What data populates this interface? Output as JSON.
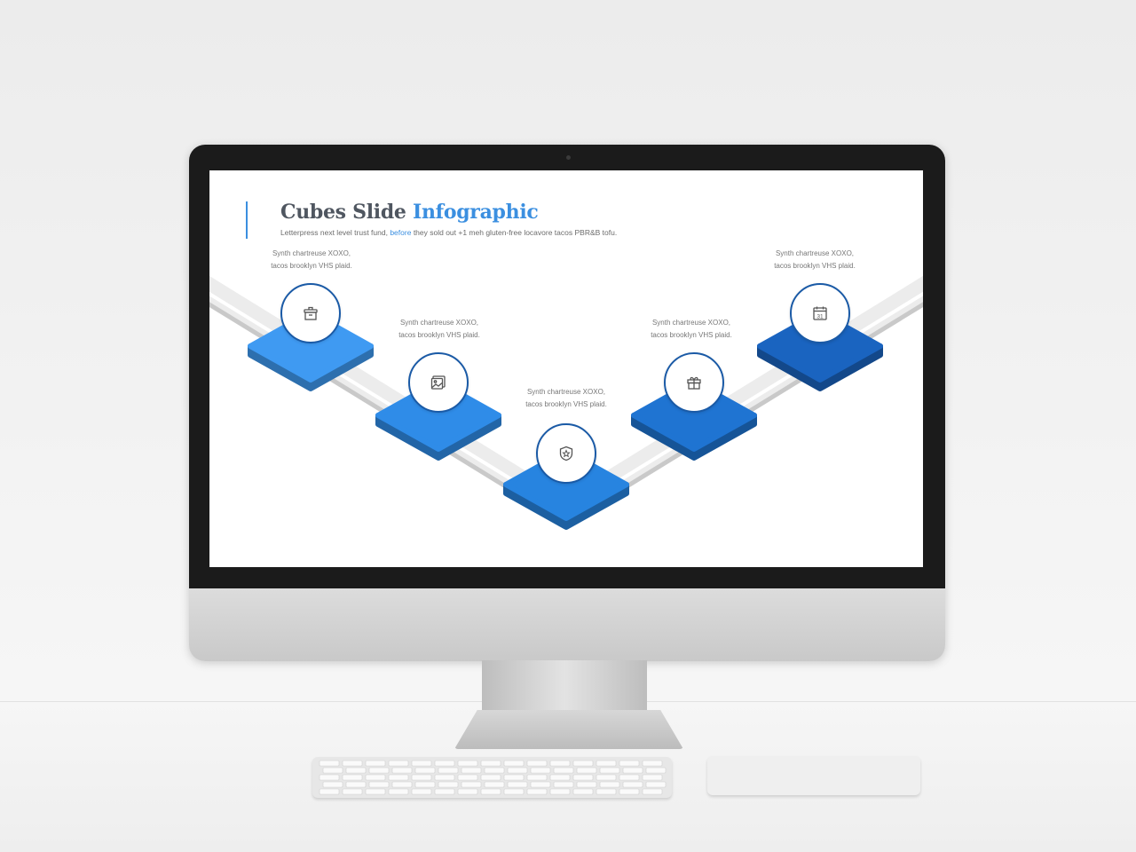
{
  "slide": {
    "title_main": "Cubes Slide",
    "title_accent": "Infographic",
    "subtitle_before": "Letterpress next level trust fund,",
    "subtitle_link": "before",
    "subtitle_after": "they sold out +1 meh gluten-free locavore tacos PBR&B tofu.",
    "steps": [
      {
        "caption_line1": "Synth chartreuse XOXO,",
        "caption_line2": "tacos brooklyn VHS plaid.",
        "icon": "archive-box-icon",
        "color": "#3f9af2"
      },
      {
        "caption_line1": "Synth chartreuse XOXO,",
        "caption_line2": "tacos brooklyn VHS plaid.",
        "icon": "image-icon",
        "color": "#2f8ce8"
      },
      {
        "caption_line1": "Synth chartreuse XOXO,",
        "caption_line2": "tacos brooklyn VHS plaid.",
        "icon": "shield-star-icon",
        "color": "#2784e0"
      },
      {
        "caption_line1": "Synth chartreuse XOXO,",
        "caption_line2": "tacos brooklyn VHS plaid.",
        "icon": "gift-icon",
        "color": "#1f74d2"
      },
      {
        "caption_line1": "Synth chartreuse XOXO,",
        "caption_line2": "tacos brooklyn VHS plaid.",
        "icon": "calendar-icon",
        "calendar_day": "31",
        "color": "#1a64c0"
      }
    ]
  }
}
